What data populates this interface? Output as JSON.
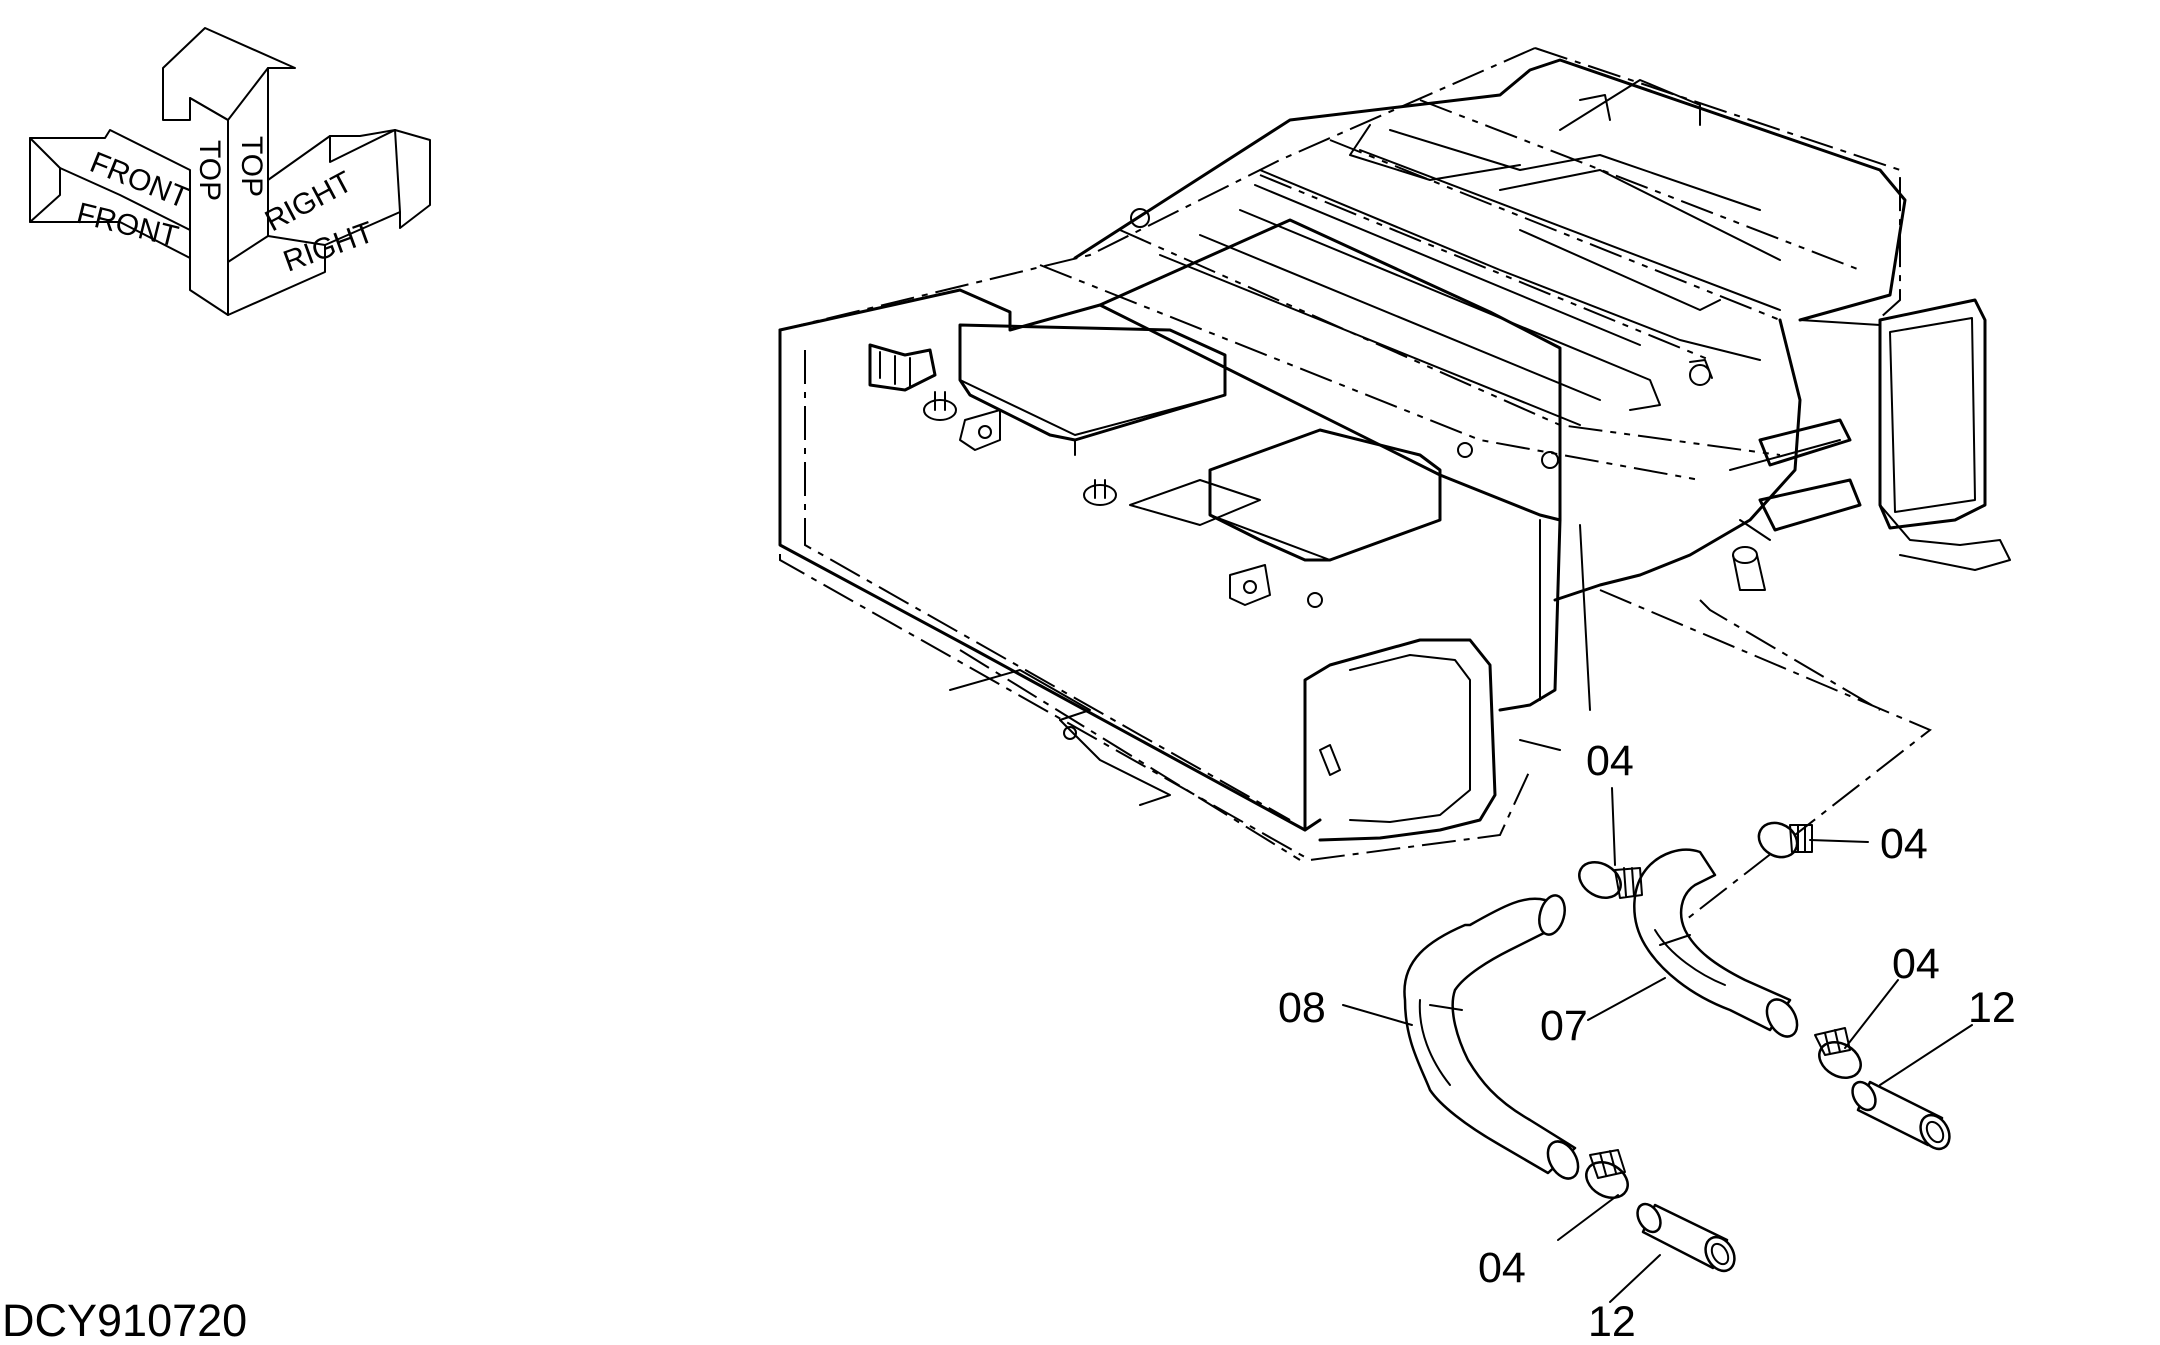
{
  "orientation": {
    "front_label": "FRONT",
    "top_label": "TOP",
    "right_label": "RIGHT"
  },
  "callouts": {
    "c04_top": "04",
    "c04_right": "04",
    "c04_mid_right": "04",
    "c04_bottom": "04",
    "c08": "08",
    "c07": "07",
    "c12_right": "12",
    "c12_bottom": "12"
  },
  "drawing_code": "DCY910720"
}
